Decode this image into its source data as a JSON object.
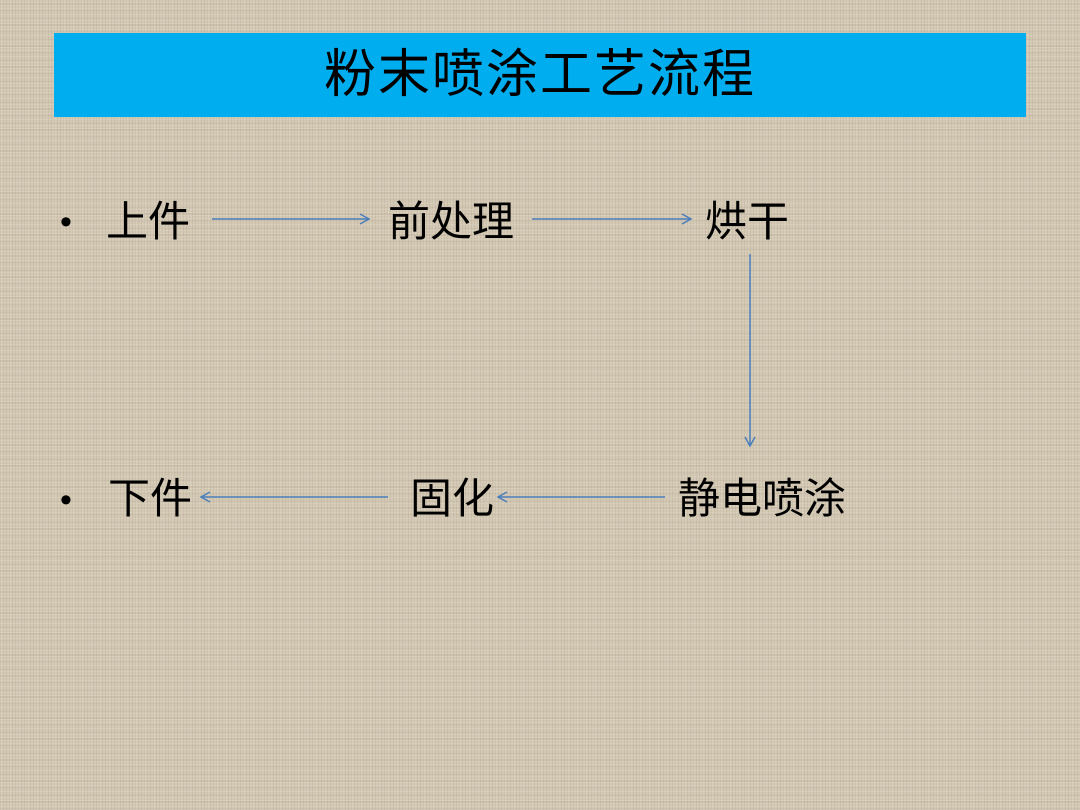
{
  "title": "粉末喷涂工艺流程",
  "colors": {
    "title_bar": "#00aeef",
    "arrow": "#4a7ebb",
    "background": "#d3c8b3"
  },
  "bullet_glyph": "•",
  "nodes": {
    "loading": "上件",
    "pretreatment": "前处理",
    "drying": "烘干",
    "electrostatic_spraying": "静电喷涂",
    "curing": "固化",
    "unloading": "下件"
  }
}
